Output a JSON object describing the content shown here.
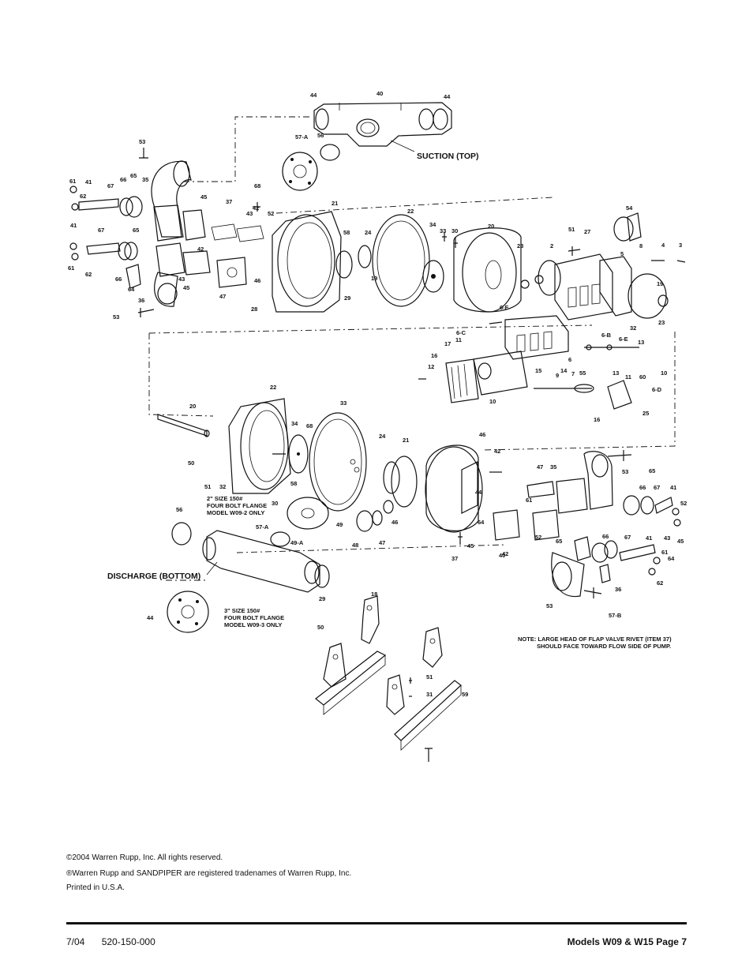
{
  "diagram": {
    "labels": {
      "suction": "SUCTION (TOP)",
      "discharge": "DISCHARGE (BOTTOM)",
      "flange_2in": [
        "2\" SIZE 150#",
        "FOUR BOLT FLANGE",
        "MODEL W09-2 ONLY"
      ],
      "flange_3in": [
        "3\" SIZE 150#",
        "FOUR BOLT FLANGE",
        "MODEL W09-3 ONLY"
      ],
      "note": [
        "NOTE: LARGE HEAD OF FLAP VALVE RIVET (ITEM 37)",
        "SHOULD FACE TOWARD FLOW SIDE OF PUMP."
      ]
    },
    "part_numbers": [
      "44",
      "40",
      "44",
      "57-A",
      "56",
      "53",
      "61",
      "41",
      "67",
      "66",
      "65",
      "35",
      "62",
      "45",
      "37",
      "68",
      "42",
      "43",
      "52",
      "21",
      "22",
      "34",
      "33",
      "30",
      "20",
      "54",
      "58",
      "24",
      "51",
      "27",
      "41",
      "67",
      "65",
      "61",
      "62",
      "66",
      "64",
      "36",
      "53",
      "42",
      "43",
      "45",
      "47",
      "46",
      "28",
      "29",
      "19",
      "23",
      "2",
      "5",
      "8",
      "4",
      "3",
      "19",
      "23",
      "32",
      "6-F",
      "6-C",
      "6-B",
      "6-E",
      "13",
      "17",
      "11",
      "16",
      "12",
      "6",
      "7",
      "9",
      "10",
      "15",
      "14",
      "55",
      "13",
      "11",
      "60",
      "6-D",
      "10",
      "16",
      "25",
      "20",
      "22",
      "33",
      "34",
      "68",
      "50",
      "51",
      "32",
      "30",
      "58",
      "24",
      "21",
      "46",
      "42",
      "47",
      "35",
      "53",
      "65",
      "66",
      "67",
      "41",
      "52",
      "61",
      "43",
      "45",
      "44",
      "40",
      "56",
      "57-A",
      "49-A",
      "49",
      "48",
      "47",
      "46",
      "64",
      "45",
      "37",
      "42",
      "52",
      "65",
      "66",
      "67",
      "41",
      "61",
      "62",
      "64",
      "36",
      "53",
      "57-B",
      "44",
      "29",
      "18",
      "50",
      "51",
      "31",
      "59"
    ]
  },
  "legal": {
    "copyright": "©2004  Warren Rupp, Inc. All rights reserved.",
    "trademark": "®Warren Rupp and SANDPIPER are registered tradenames of Warren Rupp, Inc.",
    "printed": "Printed in U.S.A."
  },
  "footer": {
    "date": "7/04",
    "doc_number": "520-150-000",
    "models_page": "Models W09 & W15   Page 7"
  }
}
